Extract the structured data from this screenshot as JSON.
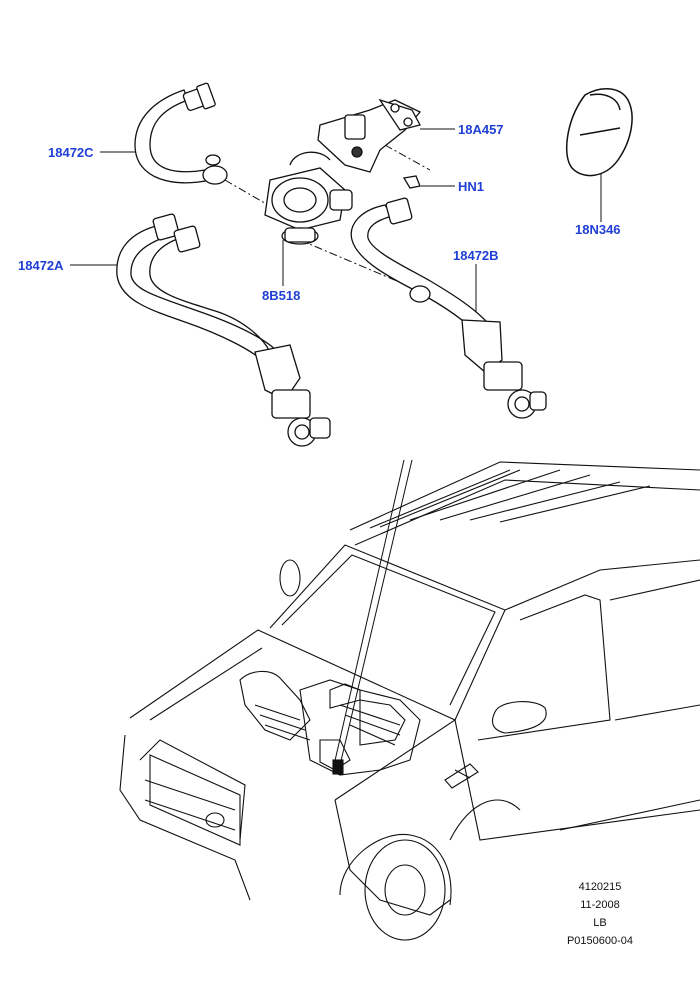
{
  "callouts": {
    "c18472C": "18472C",
    "c18A457": "18A457",
    "cHN1": "HN1",
    "c18N346": "18N346",
    "c18472A": "18472A",
    "c18472B": "18472B",
    "c8B518": "8B518"
  },
  "reference": {
    "code": "4120215",
    "date": "11-2008",
    "region": "LB",
    "plate": "P0150600-04"
  },
  "colors": {
    "callout": "#1f3fd6",
    "line": "#111111"
  },
  "icons": [
    "hose-18472C",
    "hose-18472A",
    "hose-18472B",
    "auxiliary-water-pump",
    "pump-bracket",
    "clip",
    "insulation-pad",
    "vehicle-outline"
  ]
}
